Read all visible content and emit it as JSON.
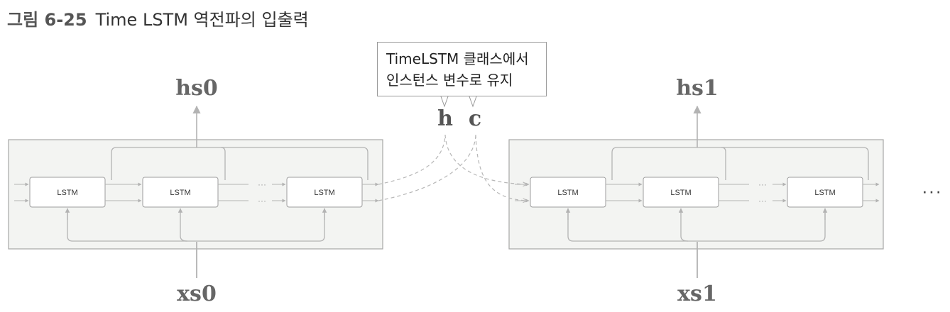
{
  "figure": {
    "number": "그림 6-25",
    "title": "Time LSTM 역전파의 입출력"
  },
  "callout": {
    "line1": "TimeLSTM 클래스에서",
    "line2": "인스턴스 변수로 유지"
  },
  "state_labels": {
    "h": "h",
    "c": "c"
  },
  "blocks": [
    {
      "output": "hs0",
      "input": "xs0",
      "cells": [
        "LSTM",
        "LSTM",
        "LSTM"
      ],
      "dots": "···"
    },
    {
      "output": "hs1",
      "input": "xs1",
      "cells": [
        "LSTM",
        "LSTM",
        "LSTM"
      ],
      "dots": "···"
    }
  ],
  "continuation": "···",
  "colors": {
    "block_fill": "#f3f4f2",
    "block_border": "#a7a7a7",
    "arrow": "#b3b3b3",
    "dashed": "#b7b7b7"
  }
}
